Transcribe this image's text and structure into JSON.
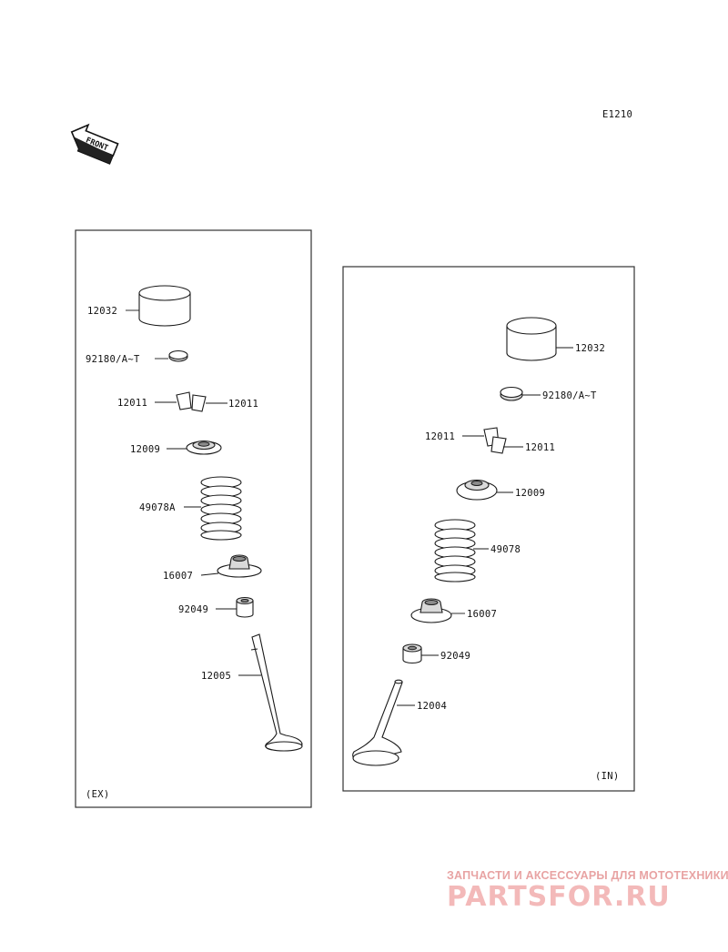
{
  "diagram_code": "E1210",
  "front_label": "FRONT",
  "exhaust": {
    "section_label": "(EX)",
    "labels": {
      "tappet": "12032",
      "shim": "92180/A~T",
      "cotter_left": "12011",
      "cotter_right": "12011",
      "retainer": "12009",
      "spring": "49078A",
      "spring_seat": "16007",
      "stem_seal": "92049",
      "valve": "12005"
    }
  },
  "intake": {
    "section_label": "(IN)",
    "labels": {
      "tappet": "12032",
      "shim": "92180/A~T",
      "cotter_left": "12011",
      "cotter_right": "12011",
      "retainer": "12009",
      "spring": "49078",
      "spring_seat": "16007",
      "stem_seal": "92049",
      "valve": "12004"
    }
  },
  "watermark": {
    "tagline": "ЗАПЧАСТИ И АКСЕССУАРЫ ДЛЯ МОТОТЕХНИКИ",
    "logo": "PARTSFOR.RU"
  }
}
